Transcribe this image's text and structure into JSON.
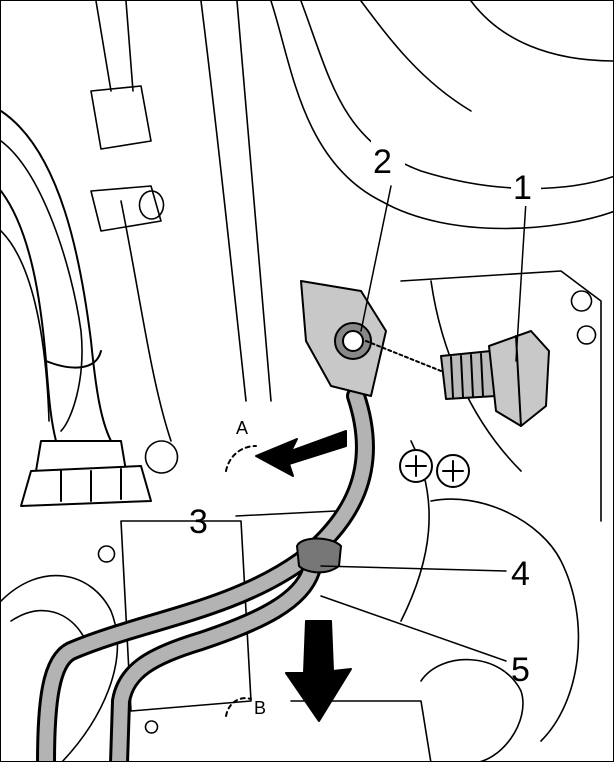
{
  "callouts": {
    "c1": "1",
    "c2": "2",
    "c3": "3",
    "c4": "4",
    "c5": "5",
    "a": "A",
    "b": "B"
  },
  "colors": {
    "line": "#000000",
    "pipe_fill": "#b3b3b3",
    "part_fill": "#c8c8c8",
    "background": "#ffffff"
  }
}
